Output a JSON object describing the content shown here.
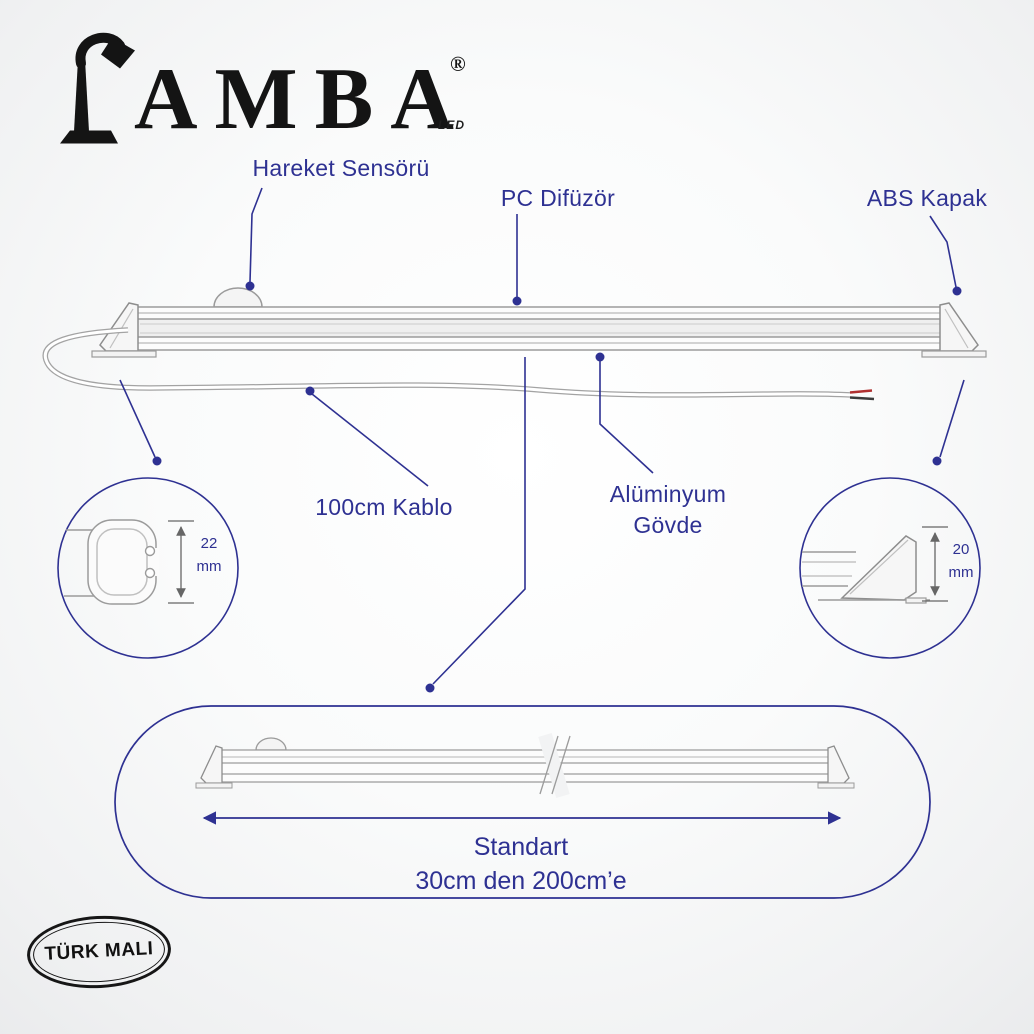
{
  "brand": {
    "name": "LAMBA",
    "wordmark_suffix": "AMBA",
    "registered": "®",
    "led_text": "LED"
  },
  "callouts": {
    "motion_sensor": "Hareket Sensörü",
    "pc_diffuser": "PC Difüzör",
    "abs_cover": "ABS Kapak",
    "cable": "100cm Kablo",
    "aluminum_body_line1": "Alüminyum",
    "aluminum_body_line2": "Gövde"
  },
  "details": {
    "left_profile": {
      "value": "22",
      "unit": "mm"
    },
    "right_profile": {
      "value": "20",
      "unit": "mm"
    }
  },
  "size_note": {
    "line1": "Standart",
    "line2": "30cm den 200cm’e"
  },
  "stamp": {
    "text": "TÜRK MALI"
  },
  "colors": {
    "accent": "#2e3192",
    "line_gray": "#9b9b9b",
    "logo_black": "#141414"
  }
}
